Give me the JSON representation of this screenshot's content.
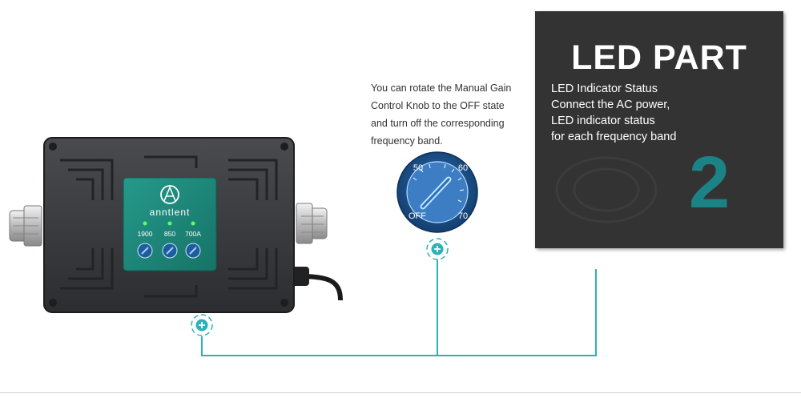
{
  "description": {
    "lines": [
      "You can rotate the Manual Gain",
      "Control Knob to the OFF state",
      "and turn off the corresponding",
      "frequency band."
    ]
  },
  "panel": {
    "title": "LED PART",
    "lines": [
      "LED Indicator Status",
      "Connect the AC power,",
      "LED indicator status",
      "for each frequency band"
    ],
    "number": "2"
  },
  "device": {
    "brand": "anntlent",
    "bands": [
      "1900",
      "850",
      "700A"
    ]
  },
  "knob": {
    "labels": {
      "top_left": "50",
      "top_right": "60",
      "bottom_left": "OFF",
      "bottom_right": "70"
    }
  },
  "colors": {
    "accent": "#2ab3b6",
    "panel_bg": "#333333",
    "panel_number": "#1b8386",
    "device_body": "#3a3b3e",
    "device_label": "#1e8a7f",
    "knob_blue": "#1f5fa0"
  },
  "icons": {
    "hotspot": "plus-target-icon"
  }
}
